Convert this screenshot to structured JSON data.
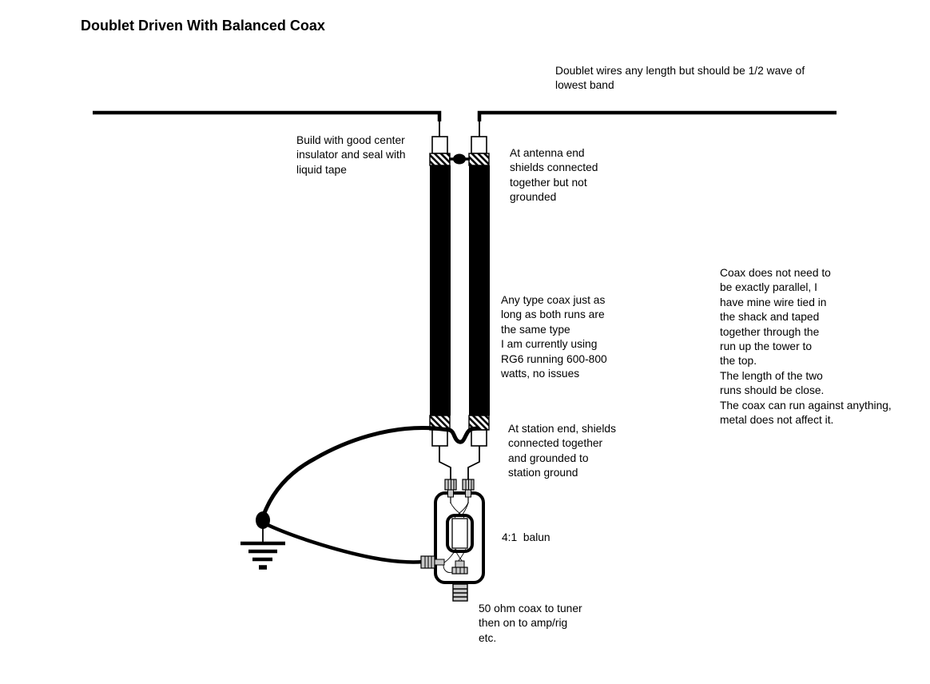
{
  "title": "Doublet Driven With Balanced Coax",
  "notes": {
    "doublet_wires": "Doublet wires any length but should be 1/2 wave of\nlowest band",
    "center_insulator": "Build with good center\ninsulator and seal with\nliquid tape",
    "antenna_end": "At antenna end\nshields connected\ntogether but not\ngrounded",
    "coax_type": "Any type coax just as\nlong as both runs are\nthe same type\nI am currently using\nRG6 running 600-800\nwatts, no issues",
    "coax_parallel": "Coax does not need to\nbe exactly parallel, I\nhave mine wire tied in\nthe shack and taped\ntogether through the\nrun up the tower to\nthe top.\nThe length of the two\nruns should be close.\nThe coax can run against anything,\nmetal does not affect it.",
    "station_end": "At station end, shields\nconnected together\nand grounded to\nstation ground",
    "balun_label": "4:1  balun",
    "coax_to_tuner": "50 ohm coax to tuner\nthen on to amp/rig\netc."
  },
  "colors": {
    "ink": "#000000",
    "background": "#ffffff",
    "connector_fill": "#c9c9c9"
  }
}
